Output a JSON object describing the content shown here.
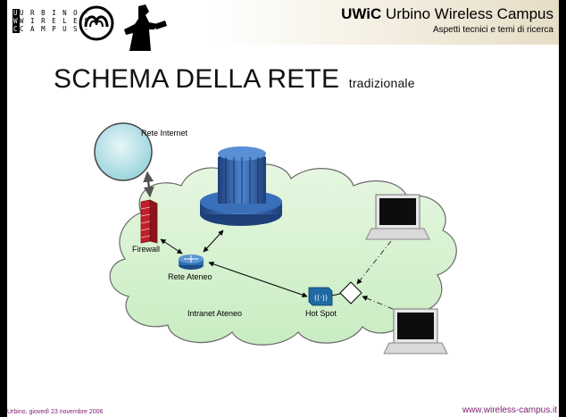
{
  "header": {
    "logo_lines": [
      "U R B I N O -",
      "W I R E L E S S",
      "C A M P U S -"
    ],
    "title_bold": "UWiC",
    "title_rest": " Urbino Wireless Campus",
    "subtitle": "Aspetti tecnici e temi di ricerca"
  },
  "slide": {
    "title": "SCHEMA DELLA RETE",
    "title_suffix": "tradizionale"
  },
  "diagram": {
    "labels": {
      "internet": "Rete Internet",
      "firewall": "Firewall",
      "router": "Rete Ateneo",
      "intranet": "Intranet Ateneo",
      "hotspot": "Hot Spot"
    },
    "colors": {
      "cloud_fill": "#d8f2d2",
      "cloud_stroke": "#6a6a6a",
      "internet_fill": "#bfe6ec",
      "server_blue": "#2b5fa8",
      "router_blue": "#2f6dae",
      "hotspot_blue": "#1f6aa5",
      "firewall_red": "#c0202a"
    }
  },
  "footer": {
    "left": "Urbino, giovedì 23 novembre 2006",
    "right": "www.wireless-campus.it"
  }
}
